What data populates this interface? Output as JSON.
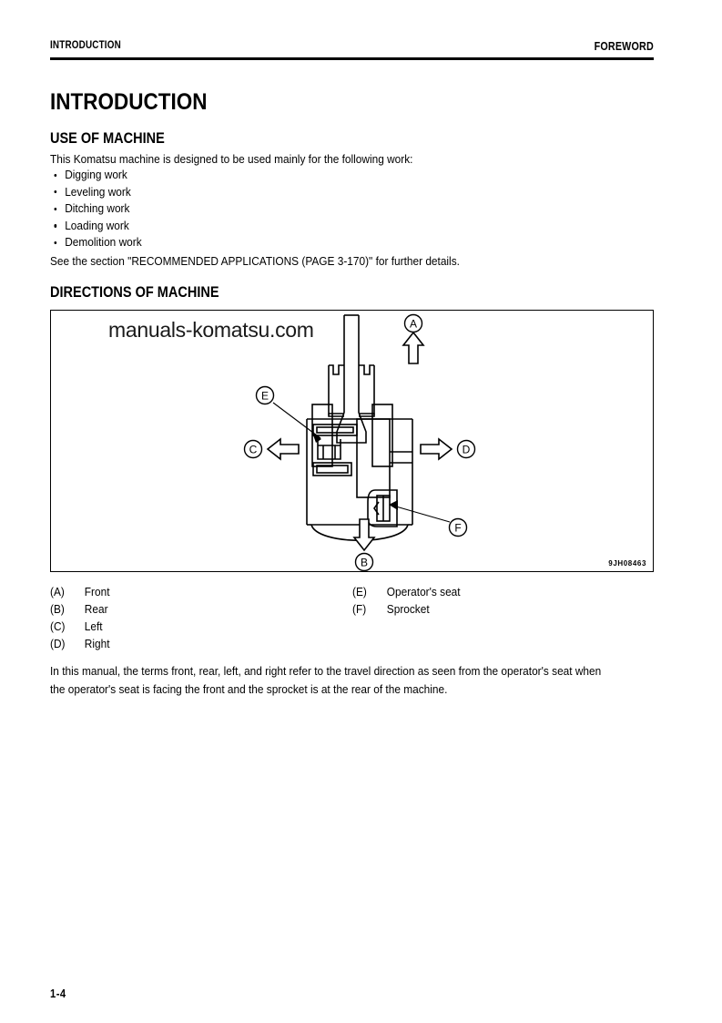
{
  "header": {
    "left": "INTRODUCTION",
    "right": "FOREWORD"
  },
  "doc_title": "INTRODUCTION",
  "sections": {
    "use_of_machine": {
      "title": "USE OF MACHINE",
      "intro": "This Komatsu machine is designed to be used mainly for the following work:",
      "bullets": [
        "Digging work",
        "Leveling work",
        "Ditching work",
        "Loading work",
        "Demolition work"
      ],
      "see_also": "See the section \"RECOMMENDED APPLICATIONS (PAGE 3-170)\" for further details."
    },
    "directions_of_machine": {
      "title": "DIRECTIONS OF MACHINE",
      "figure": {
        "watermark": "manuals-komatsu.com",
        "code": "9JH08463",
        "callouts": {
          "a": "A",
          "b": "B",
          "c": "C",
          "d": "D",
          "e": "E",
          "f": "F"
        }
      },
      "legend_left": [
        {
          "key": "(A)",
          "label": "Front"
        },
        {
          "key": "(B)",
          "label": "Rear"
        },
        {
          "key": "(C)",
          "label": "Left"
        },
        {
          "key": "(D)",
          "label": "Right"
        }
      ],
      "legend_right": [
        {
          "key": "(E)",
          "label": "Operator's seat"
        },
        {
          "key": "(F)",
          "label": "Sprocket"
        }
      ],
      "closing": [
        "In this manual, the terms front, rear, left, and right refer to the travel direction as seen from the operator's seat when",
        "the operator's seat is facing the front and the sprocket is at the rear of the machine."
      ]
    }
  },
  "footer": {
    "page": "1-4"
  }
}
